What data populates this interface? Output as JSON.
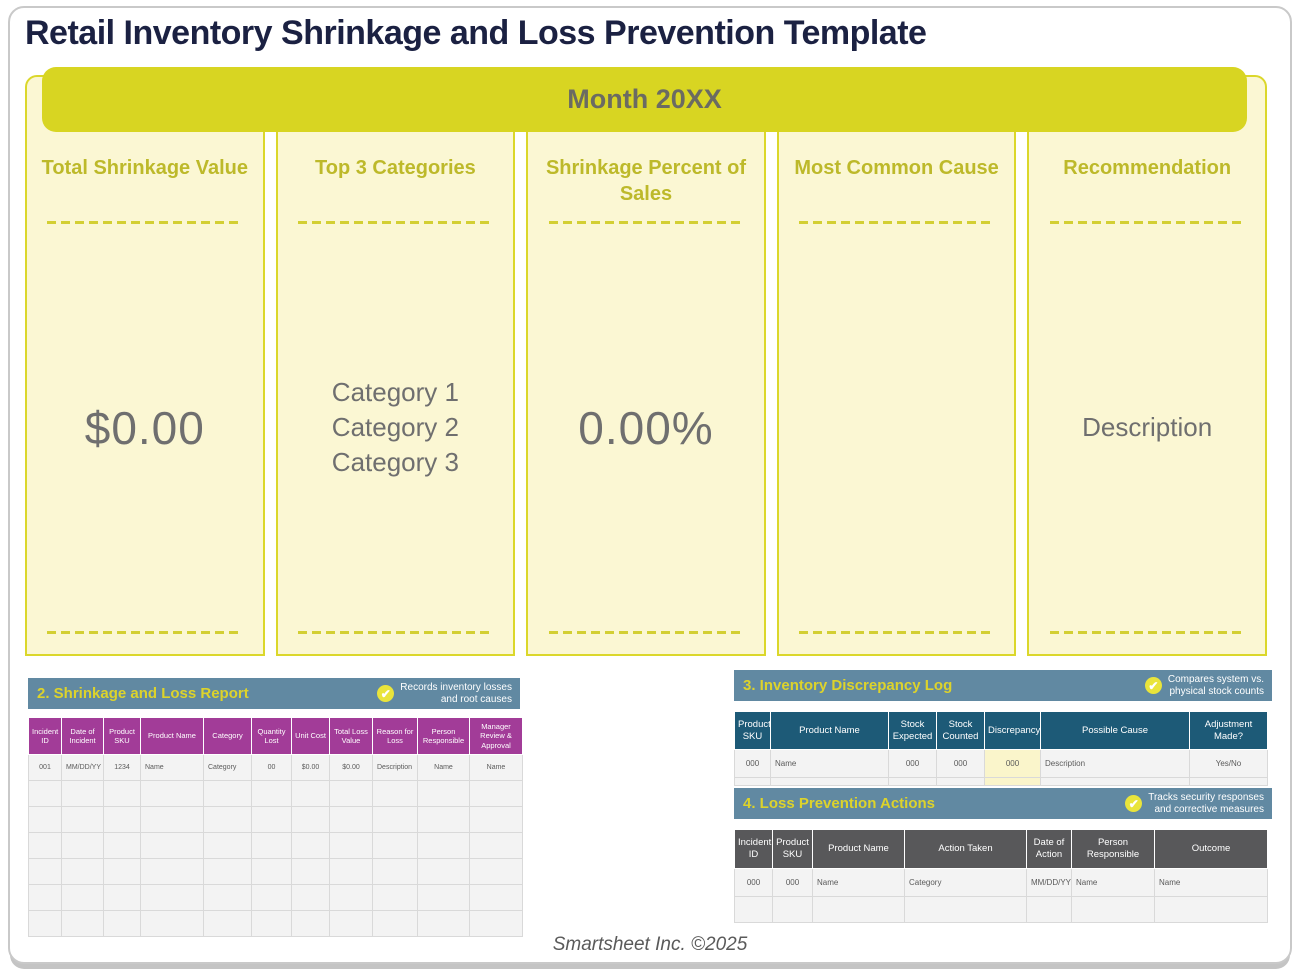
{
  "page": {
    "title": "Retail Inventory Shrinkage and Loss Prevention Template",
    "footer": "Smartsheet Inc. ©2025"
  },
  "banner": {
    "label": "Month 20XX"
  },
  "cards": [
    {
      "title": "Total Shrinkage Value",
      "value": "$0.00",
      "style": "big"
    },
    {
      "title": "Top 3 Categories",
      "value": "Category 1\nCategory 2\nCategory 3",
      "style": "lines"
    },
    {
      "title": "Shrinkage Percent of Sales",
      "value": "0.00%",
      "style": "big"
    },
    {
      "title": "Most Common Cause",
      "value": "",
      "style": "lines"
    },
    {
      "title": "Recommendation",
      "value": "Description",
      "style": "lines"
    }
  ],
  "sections": [
    {
      "id": "shrinkage-report",
      "title": "2. Shrinkage and Loss Report",
      "badge": "Records inventory losses\nand root causes",
      "badge_icon": "check-badge-icon",
      "columns": [
        "Incident ID",
        "Date of Incident",
        "Product SKU",
        "Product Name",
        "Category",
        "Quantity Lost",
        "Unit Cost",
        "Total Loss Value",
        "Reason for Loss",
        "Person Responsible",
        "Manager Review & Approval"
      ],
      "rows": [
        [
          "001",
          "MM/DD/YY",
          "1234",
          "Name",
          "Category",
          "00",
          "$0.00",
          "$0.00",
          "Description",
          "Name",
          "Name"
        ]
      ],
      "empty_rows": 6
    },
    {
      "id": "discrepancy-log",
      "title": "3. Inventory Discrepancy Log",
      "badge": "Compares system vs.\nphysical stock counts",
      "badge_icon": "check-badge-icon",
      "columns": [
        "Product SKU",
        "Product Name",
        "Stock Expected",
        "Stock Counted",
        "Discrepancy",
        "Possible Cause",
        "Adjustment Made?"
      ],
      "rows": [
        [
          "000",
          "Name",
          "000",
          "000",
          "000",
          "Description",
          "Yes/No"
        ]
      ],
      "empty_rows": 1
    },
    {
      "id": "loss-prevention",
      "title": "4. Loss Prevention Actions",
      "badge": "Tracks security responses\nand corrective measures",
      "badge_icon": "check-badge-icon",
      "columns": [
        "Incident ID",
        "Product SKU",
        "Product Name",
        "Action Taken",
        "Date of Action",
        "Person Responsible",
        "Outcome"
      ],
      "rows": [
        [
          "000",
          "000",
          "Name",
          "Category",
          "MM/DD/YY",
          "Name",
          "Name"
        ]
      ],
      "empty_rows": 1
    }
  ],
  "colors": {
    "title_navy": "#1b2142",
    "banner_yellow": "#d8d522",
    "card_bg": "#fbf7d3",
    "card_border": "#dbd72b",
    "card_heading_olive": "#bdb92a",
    "value_gray": "#6f6f6f",
    "section_bar_blue": "#6189a2",
    "section_title_yellow": "#ddd32b",
    "report_header_magenta": "#a23c98",
    "discrepancy_header_teal": "#1d5a77",
    "actions_header_gray": "#58585a",
    "highlight_cell_yellow": "#faf5cb",
    "badge_icon_yellow": "#e9e43b"
  }
}
